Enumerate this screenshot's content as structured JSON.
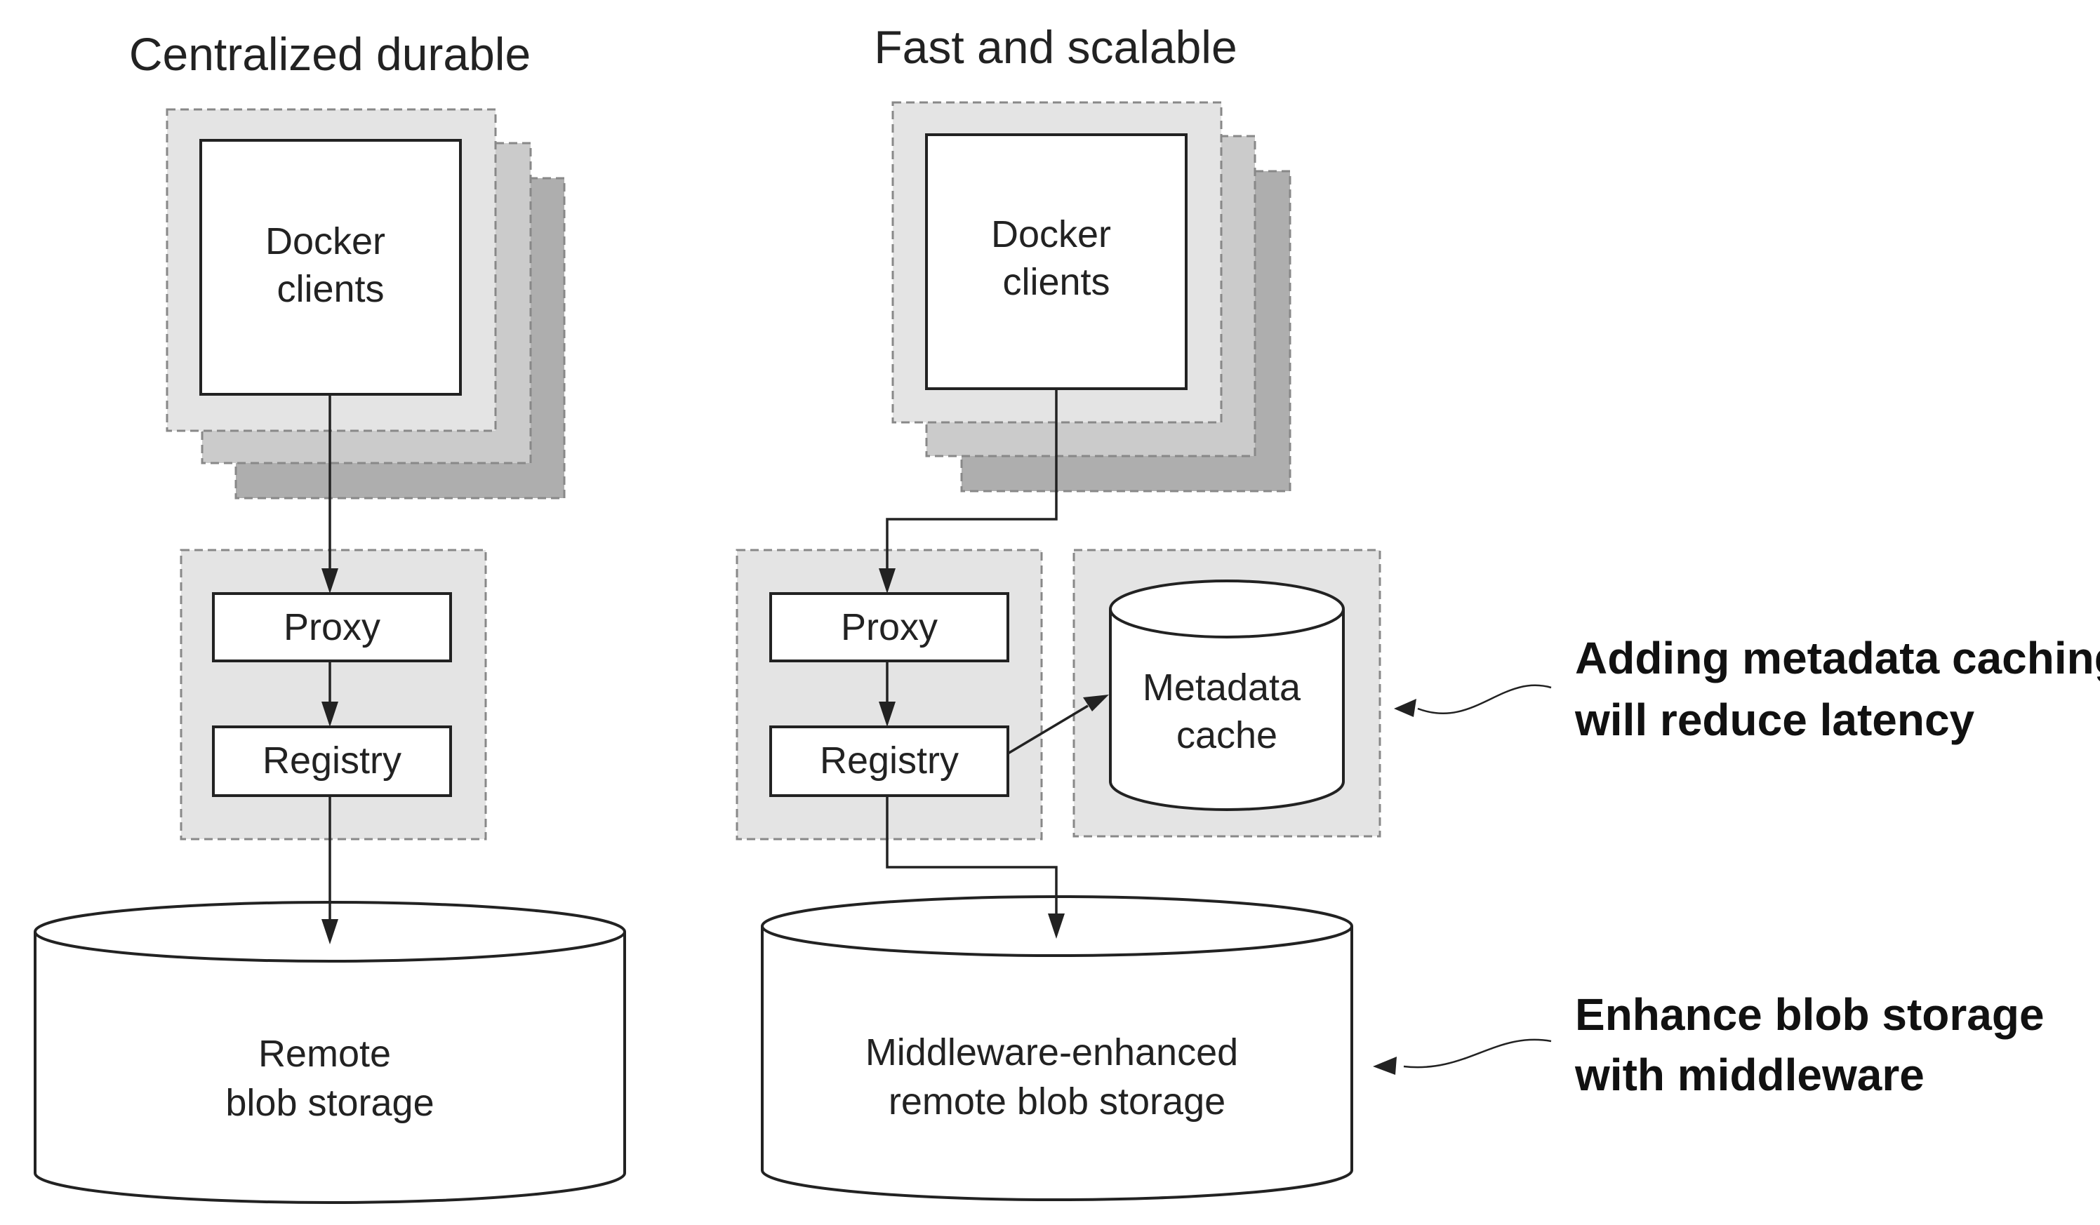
{
  "left_panel": {
    "title": "Centralized durable",
    "clients_line1": "Docker",
    "clients_line2": "clients",
    "proxy": "Proxy",
    "registry": "Registry",
    "storage_line1": "Remote",
    "storage_line2": "blob storage"
  },
  "right_panel": {
    "title": "Fast and scalable",
    "clients_line1": "Docker",
    "clients_line2": "clients",
    "proxy": "Proxy",
    "registry": "Registry",
    "cache_line1": "Metadata",
    "cache_line2": "cache",
    "storage_line1": "Middleware-enhanced",
    "storage_line2": "remote blob storage"
  },
  "notes": {
    "caching_line1": "Adding metadata caching",
    "caching_line2": "will reduce latency",
    "middleware_line1": "Enhance blob storage",
    "middleware_line2": "with middleware"
  }
}
